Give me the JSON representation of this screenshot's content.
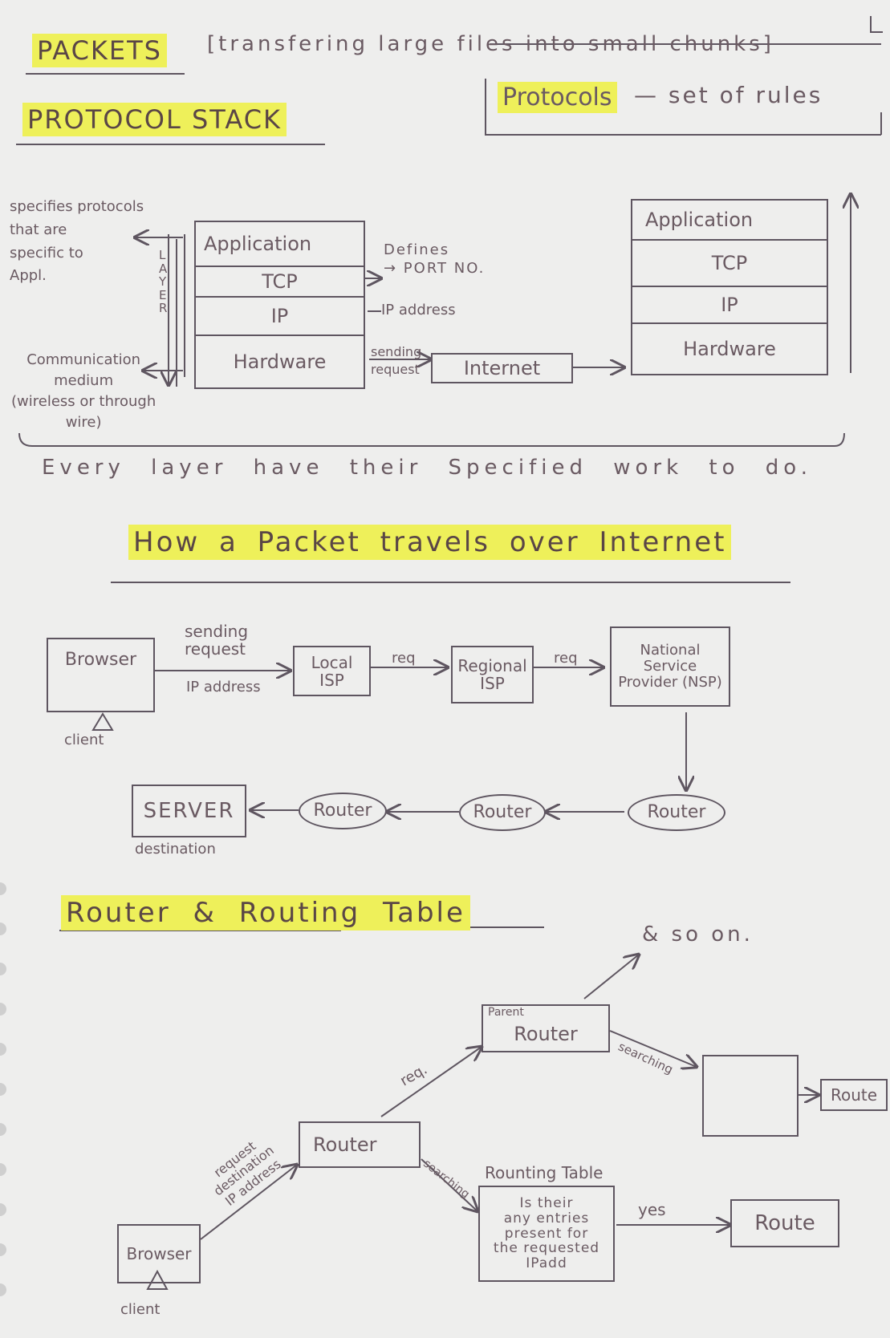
{
  "header": {
    "packets": "PACKETS",
    "packets_desc": "[transfering large files into small chunks]",
    "protocol_stack": "PROTOCOL STACK",
    "protocols": "Protocols",
    "protocols_desc": "— set of rules"
  },
  "stack": {
    "left_note": "specifies protocols\nthat are\nspecific to\nAppl.",
    "layer_label": "L\nA\nY\nE\nR",
    "comm_note": "Communication\nmedium\n(wireless or through\nwire)",
    "layers": [
      "Application",
      "TCP",
      "IP",
      "Hardware"
    ],
    "defines_port": "Defines\n→ PORT NO.",
    "ip_address": "IP address",
    "sending_request": "sending\nrequest",
    "internet": "Internet",
    "right_layers": [
      "Application",
      "TCP",
      "IP",
      "Hardware"
    ],
    "every_layer": "Every layer have their Specified work to do."
  },
  "travel": {
    "title": "How a Packet travels over Internet",
    "browser": "Browser",
    "client": "client",
    "sending_request": "sending\nrequest",
    "ip_address": "IP address",
    "local_isp": "Local\nISP",
    "req1": "req",
    "regional_isp": "Regional\nISP",
    "req2": "req",
    "nsp": "National\nService\nProvider (NSP)",
    "server": "SERVER",
    "destination": "destination",
    "routers": [
      "Router",
      "Router",
      "Router"
    ]
  },
  "routing": {
    "title": "Router & Routing Table",
    "so_on": "& so on.",
    "parent": "Parent",
    "parent_router": "Router",
    "req": "req.",
    "searching1": "searching",
    "route1": "Route",
    "router": "Router",
    "searching2": "searching",
    "table_title": "Rounting Table",
    "table_text": "Is their\nany entries\npresent for\nthe requested\nIPadd",
    "yes": "yes",
    "route2": "Route",
    "browser": "Browser",
    "client": "client",
    "request_label": "request\ndestination\nIP address"
  }
}
